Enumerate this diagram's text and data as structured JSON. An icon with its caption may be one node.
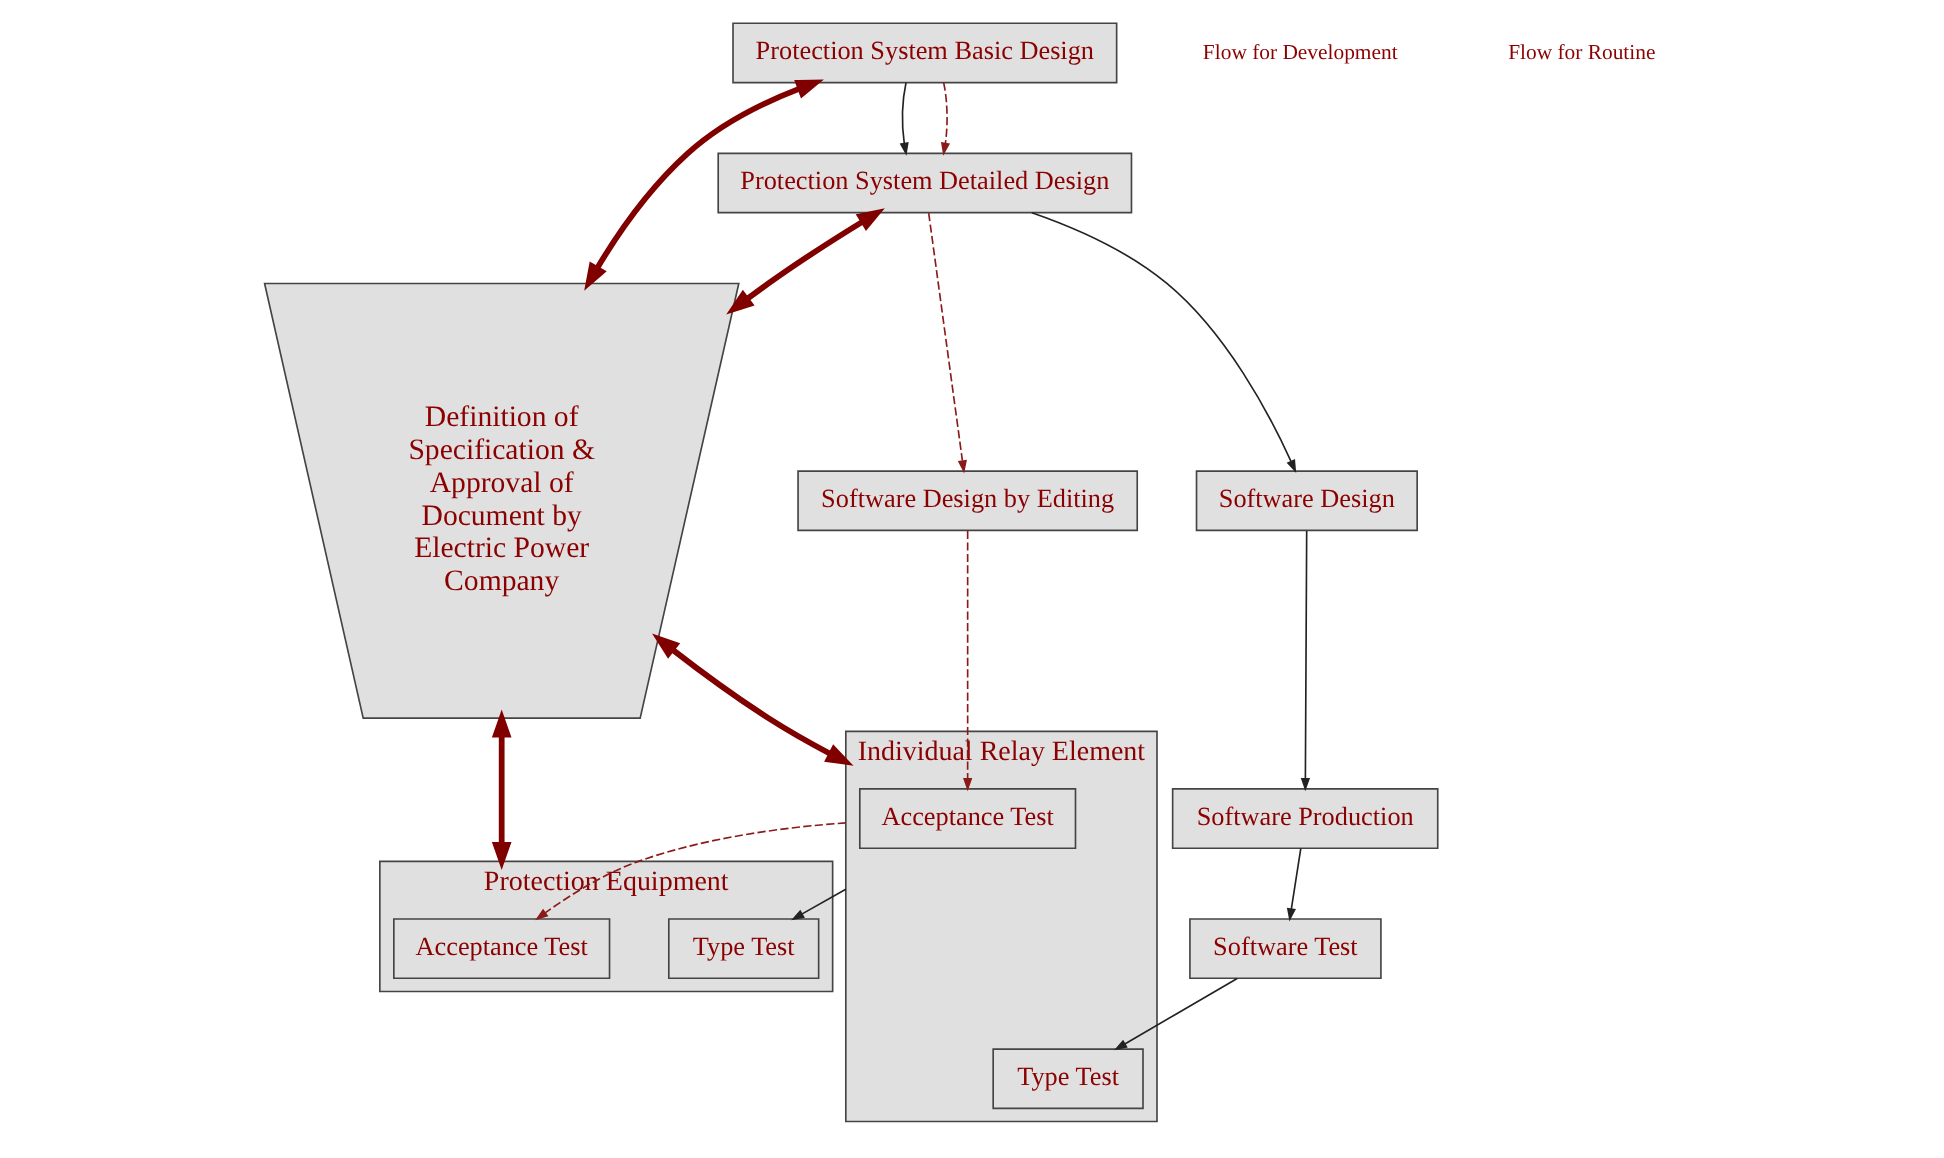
{
  "diagram": {
    "nodes": [
      {
        "text": [
          "Protection System Basic Design"
        ]
      },
      {
        "text": [
          "Definition of Specification & Approval of Document by Electric Power Company"
        ]
      },
      {
        "text": [
          "Protection Equipment"
        ]
      },
      {
        "text": [
          "Acceptance Test"
        ],
        "in": 2
      },
      {
        "text": [
          "Type Test"
        ],
        "in": 2
      },
      {
        "text": [
          "Protection System Detailed Design"
        ]
      },
      {
        "text": [
          "Individual Relay Element"
        ]
      },
      {
        "text": [
          "Acceptance Test"
        ],
        "in": 6
      },
      {
        "text": [
          "Type Test"
        ],
        "in": 6
      },
      {
        "text": [
          "Software Design by Editing"
        ]
      },
      {
        "text": [
          "Software Design"
        ]
      },
      {
        "text": [
          "Software Test"
        ]
      },
      {
        "text": [
          "Software Production"
        ]
      }
    ],
    "edges": [
      {
        "from": 0,
        "to": 1,
        "arrow": "both",
        "style": "thick",
        "color": "#800000"
      },
      {
        "from": 1,
        "to": 2,
        "arrow": "both",
        "style": "thick",
        "color": "#800000"
      },
      {
        "from": 0,
        "to": 5,
        "arrow": "to"
      },
      {
        "from": 0,
        "to": 5,
        "arrow": "to",
        "style": "dashed",
        "color": "#8b1a1a"
      },
      {
        "from": 5,
        "to": 1,
        "arrow": "both",
        "style": "thick",
        "color": "#800000"
      },
      {
        "from": 1,
        "to": 6,
        "arrow": "both",
        "style": "thick",
        "color": "#800000"
      },
      {
        "from": 6,
        "to": 3,
        "arrow": "to",
        "style": "dashed",
        "color": "#8b1a1a"
      },
      {
        "from": 6,
        "to": 4,
        "arrow": "to"
      },
      {
        "from": 5,
        "to": 9,
        "arrow": "to",
        "style": "dashed",
        "color": "#8b1a1a"
      },
      {
        "from": 9,
        "to": 7,
        "arrow": "to",
        "style": "dashed",
        "color": "#8b1a1a"
      },
      {
        "from": 5,
        "to": 10,
        "arrow": "to"
      },
      {
        "from": 10,
        "to": 12,
        "arrow": "to"
      },
      {
        "from": 12,
        "to": 11,
        "arrow": "to"
      },
      {
        "from": 11,
        "to": 8,
        "arrow": "to"
      }
    ],
    "legend": [
      {
        "text": "Flow for Development"
      },
      {
        "text": "Flow for Routine"
      }
    ]
  }
}
